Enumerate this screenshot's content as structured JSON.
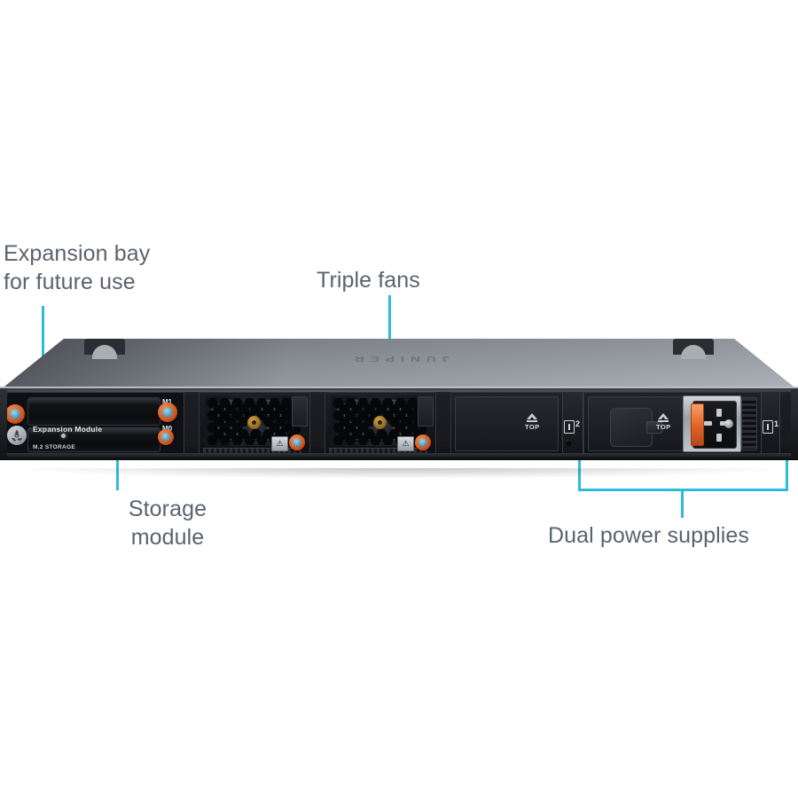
{
  "page": {
    "title": "Rear view of 1U rack switch with annotated callouts",
    "accent_color": "#2cbcd8",
    "label_color": "#5c626e",
    "background": "#ffffff"
  },
  "callouts": [
    {
      "id": "expansion",
      "text": "Expansion bay\nfor future use"
    },
    {
      "id": "fans",
      "text": "Triple fans"
    },
    {
      "id": "storage",
      "text": "Storage\nmodule"
    },
    {
      "id": "psu",
      "text": "Dual power supplies"
    }
  ],
  "device": {
    "lid_brand": "JUNIPER",
    "expansion_bay": {
      "module_label": "Expansion Module",
      "storage_label": "M.2 STORAGE",
      "slot_m1": "M1",
      "slot_m0": "M0",
      "recycle_icon": "recycle-icon"
    },
    "fans": [
      {
        "id": "fan-1",
        "warning_icon": "warning-triangle-icon",
        "screw_icon": "thumbscrew-icon"
      },
      {
        "id": "fan-2",
        "warning_icon": "warning-triangle-icon",
        "screw_icon": "thumbscrew-icon"
      }
    ],
    "power_supplies": [
      {
        "id": "psu-2",
        "slot_number": "2",
        "orientation_label": "TOP",
        "orientation_icon": "up-arrow-icon",
        "type": "blank-filler"
      },
      {
        "id": "psu-1",
        "slot_number": "1",
        "orientation_label": "TOP",
        "orientation_icon": "up-arrow-icon",
        "type": "ac-inlet"
      }
    ],
    "thumbscrew_color": "#d4541c",
    "chassis_color": "#17191d"
  }
}
